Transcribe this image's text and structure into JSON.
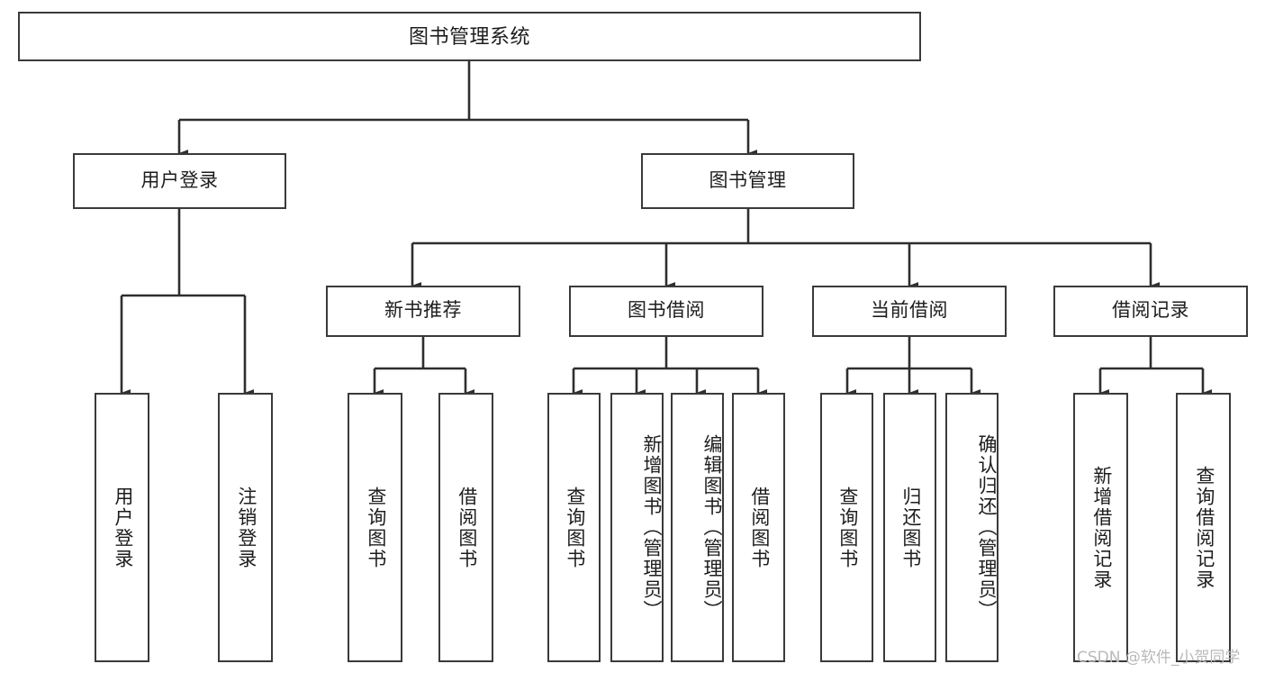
{
  "diagram": {
    "title": "图书管理系统",
    "type": "tree",
    "orientation": "top-down",
    "colors": {
      "node_border": "#3a3a3a",
      "node_fill": "#ffffff",
      "edge": "#2e2e2e",
      "text": "#1d1d1d",
      "watermark": "#b9b9b9",
      "background": "#ffffff"
    }
  },
  "watermark": {
    "text": "CSDN @软件_小贺同学"
  },
  "nodes": {
    "root": {
      "label": "图书管理系统"
    },
    "level1": [
      {
        "id": "user-login",
        "label": "用户登录"
      },
      {
        "id": "book-manage",
        "label": "图书管理"
      }
    ],
    "level2": [
      {
        "id": "new-book-recommend",
        "label": "新书推荐"
      },
      {
        "id": "book-borrow",
        "label": "图书借阅"
      },
      {
        "id": "current-borrow",
        "label": "当前借阅"
      },
      {
        "id": "borrow-record",
        "label": "借阅记录"
      }
    ],
    "leaves": {
      "user_login": [
        {
          "id": "leaf-user-login",
          "label": "用户登录"
        },
        {
          "id": "leaf-logout",
          "label": "注销登录"
        }
      ],
      "new_book_recommend": [
        {
          "id": "leaf-query-book-1",
          "label": "查询图书"
        },
        {
          "id": "leaf-borrow-book-1",
          "label": "借阅图书"
        }
      ],
      "book_borrow": [
        {
          "id": "leaf-query-book-2",
          "label": "查询图书"
        },
        {
          "id": "leaf-add-book",
          "label": "新增图书（管理员）"
        },
        {
          "id": "leaf-edit-book",
          "label": "编辑图书（管理员）"
        },
        {
          "id": "leaf-borrow-book-2",
          "label": "借阅图书"
        }
      ],
      "current_borrow": [
        {
          "id": "leaf-query-book-3",
          "label": "查询图书"
        },
        {
          "id": "leaf-return-book",
          "label": "归还图书"
        },
        {
          "id": "leaf-confirm-return",
          "label": "确认归还（管理员）"
        }
      ],
      "borrow_record": [
        {
          "id": "leaf-add-record",
          "label": "新增借阅记录"
        },
        {
          "id": "leaf-query-record",
          "label": "查询借阅记录"
        }
      ]
    }
  }
}
